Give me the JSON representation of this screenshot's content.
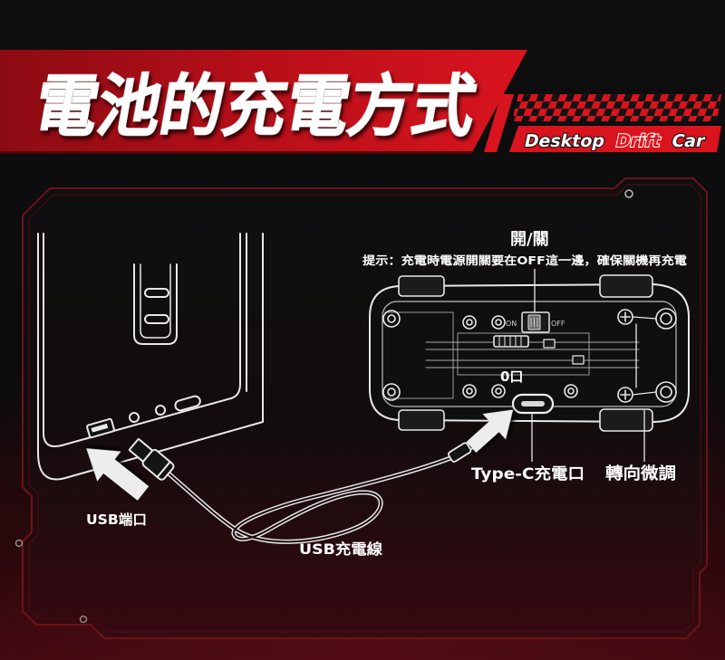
{
  "banner": {
    "title": "電池的充電方式"
  },
  "brand": {
    "word1": "Desktop",
    "word2": "Drift",
    "word3": "Car"
  },
  "car": {
    "power_switch_label": "開/關",
    "tip": "提示：充電時電源開關要在OFF這一邊，確保關機再充電",
    "switch_on": "ON",
    "switch_off": "OFF",
    "port_mark": "0口",
    "type_c_label": "Type-C充電口",
    "steering_trim_label": "轉向微調"
  },
  "laptop": {
    "usb_port_label": "USB端口"
  },
  "cable": {
    "label": "USB充電線"
  },
  "colors": {
    "accent_red": "#d9141e",
    "banner_dark_red": "#8c0b13",
    "frame_line": "#6e121a",
    "line_art": "#e8e8e8",
    "background": "#0a0a0a"
  }
}
